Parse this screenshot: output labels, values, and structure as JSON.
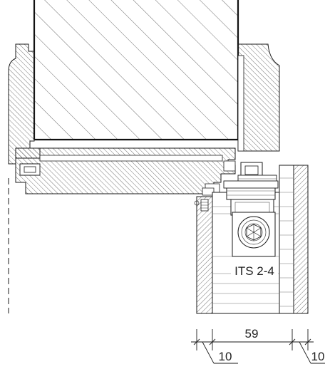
{
  "labels": {
    "hardware": "ITS 2-4",
    "dim_top": "59",
    "dim_left": "10",
    "dim_right": "10"
  },
  "colors": {
    "line": "#1a1a1a",
    "hatch": "#3a3a3a",
    "light": "#8a8a8a",
    "background": "#ffffff"
  }
}
